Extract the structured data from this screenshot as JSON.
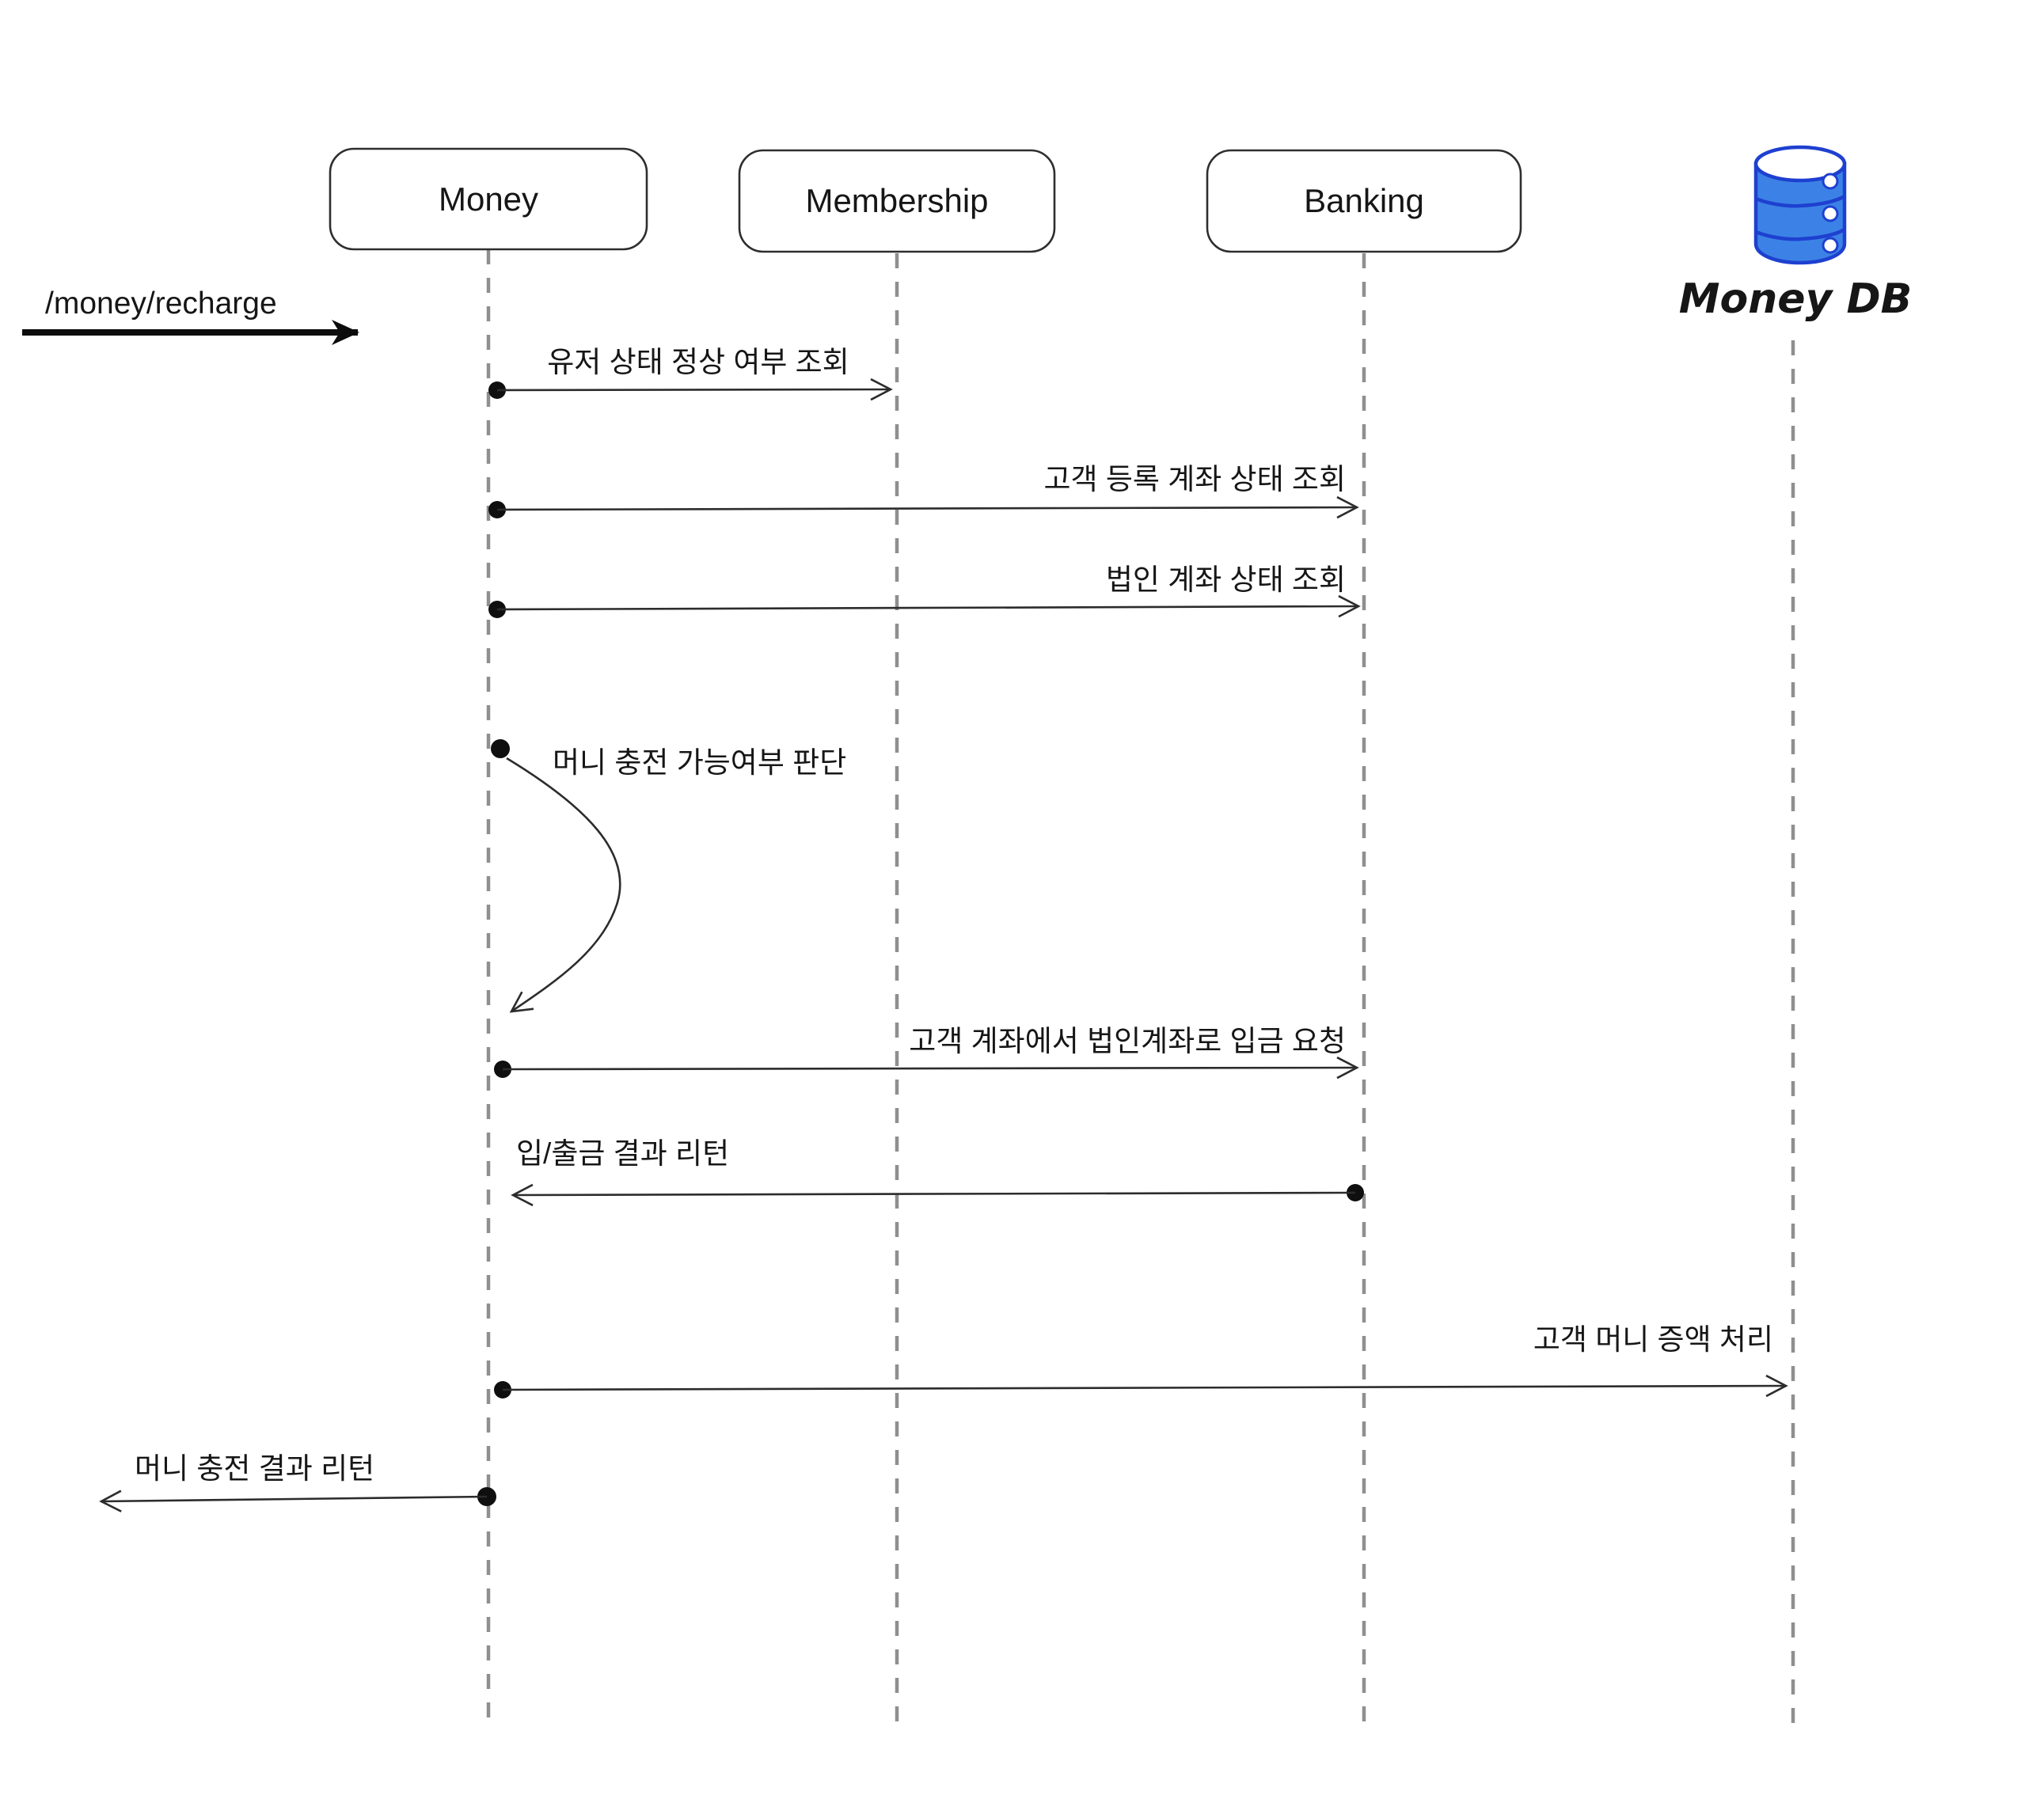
{
  "diagram": {
    "kind": "sequence-diagram",
    "request": {
      "label": "/money/recharge"
    },
    "actors": [
      {
        "id": "money",
        "label": "Money",
        "shape": "rounded-box"
      },
      {
        "id": "membership",
        "label": "Membership",
        "shape": "rounded-box"
      },
      {
        "id": "banking",
        "label": "Banking",
        "shape": "rounded-box"
      },
      {
        "id": "money-db",
        "label": "Money DB",
        "shape": "database-cylinder"
      }
    ],
    "messages": [
      {
        "seq": 1,
        "from": "money",
        "to": "membership",
        "label": "유저 상태 정상 여부 조회"
      },
      {
        "seq": 2,
        "from": "money",
        "to": "banking",
        "label": "고객 등록 계좌 상태 조회"
      },
      {
        "seq": 3,
        "from": "money",
        "to": "banking",
        "label": "법인 계좌 상태 조회"
      },
      {
        "seq": 4,
        "from": "money",
        "to": "money",
        "label": "머니 충전 가능여부 판단",
        "kind": "self"
      },
      {
        "seq": 5,
        "from": "money",
        "to": "banking",
        "label": "고객 계좌에서 법인계좌로 입금 요청"
      },
      {
        "seq": 6,
        "from": "banking",
        "to": "money",
        "label": "입/출금 결과 리턴"
      },
      {
        "seq": 7,
        "from": "money",
        "to": "money-db",
        "label": "고객 머니 증액 처리"
      },
      {
        "seq": 8,
        "from": "money",
        "to": "caller",
        "label": "머니 충전 결과 리턴"
      }
    ],
    "colors": {
      "background": "#ffffff",
      "db_fill": "#3c82e6",
      "db_stroke": "#1e40d0",
      "lifeline": "#8f8f8f",
      "message_line": "#2c2c2c",
      "text": "#161616"
    }
  }
}
